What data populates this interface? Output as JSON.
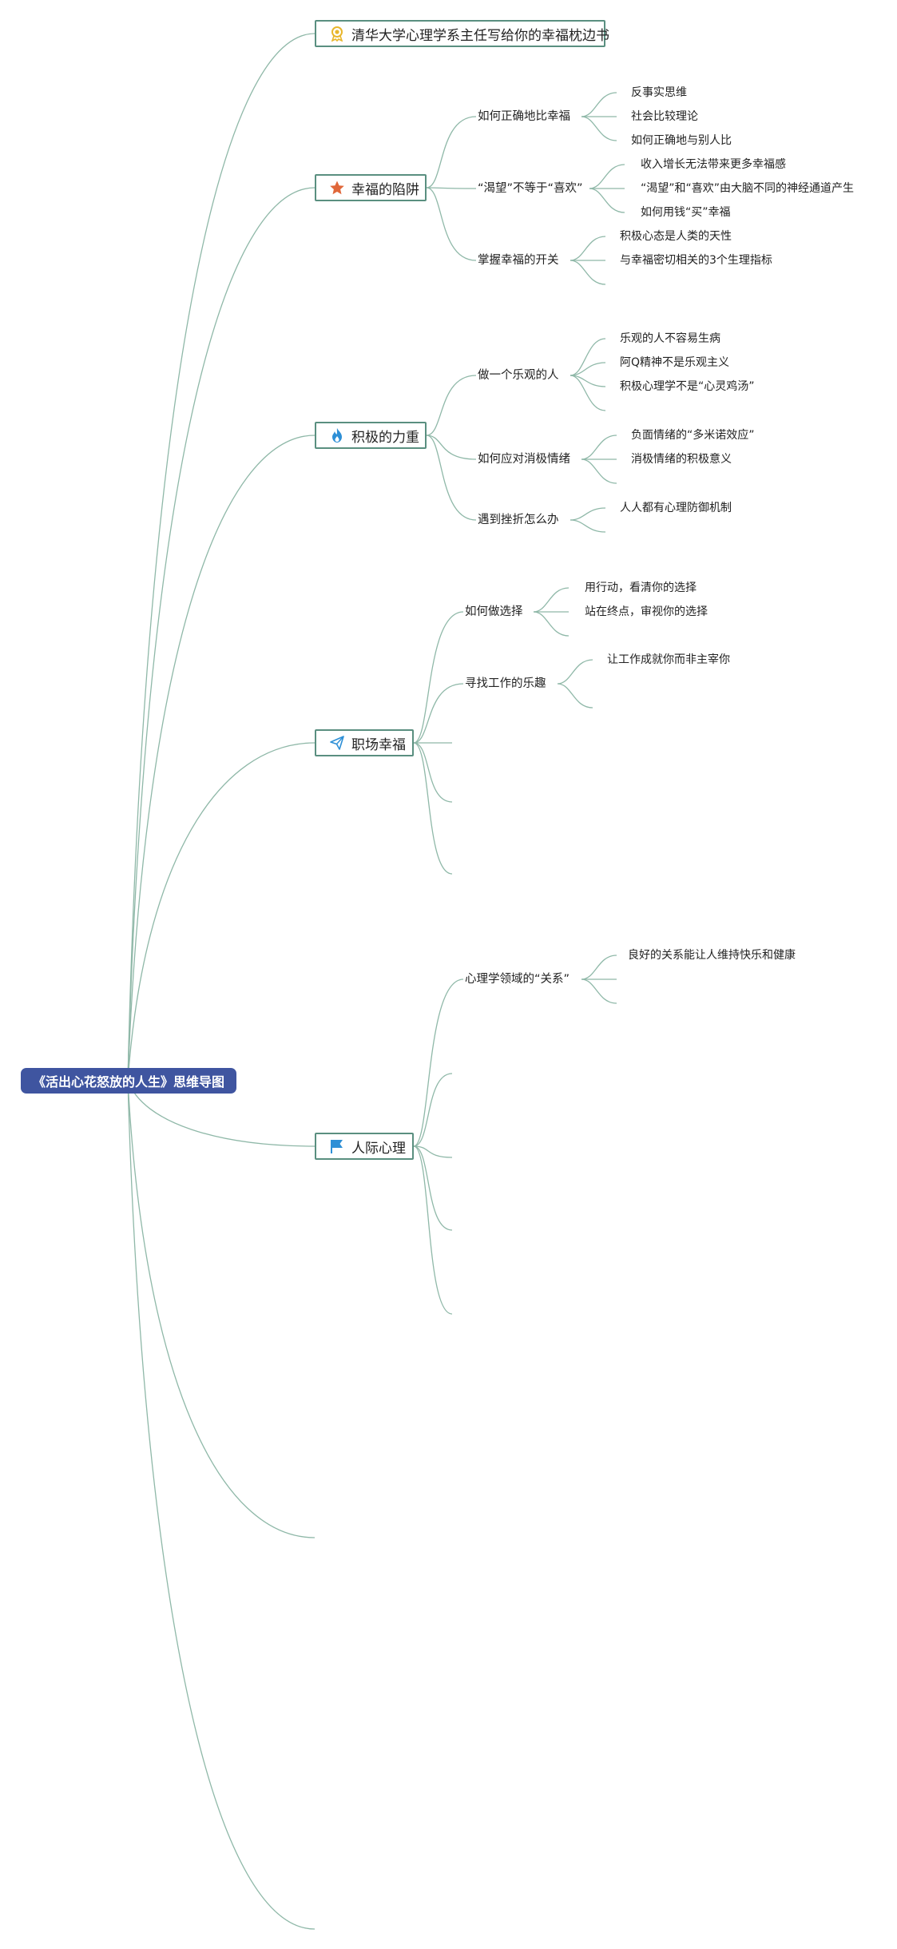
{
  "root": {
    "label": "《活出心花怒放的人生》思维导图"
  },
  "branches": [
    {
      "label": "清华大学心理学系主任写给你的幸福枕边书",
      "icon": "award-ribbon-icon"
    },
    {
      "label": "幸福的陷阱",
      "icon": "star-icon",
      "subs": [
        {
          "label": "如何正确地比幸福",
          "leaves": [
            "反事实思维",
            "社会比较理论",
            "如何正确地与别人比"
          ]
        },
        {
          "label": "“渴望”不等于“喜欢”",
          "leaves": [
            "收入增长无法带来更多幸福感",
            "“渴望”和“喜欢”由大脑不同的神经通道产生",
            "如何用钱“买”幸福"
          ]
        },
        {
          "label": "掌握幸福的开关",
          "leaves": [
            "积极心态是人类的天性",
            "与幸福密切相关的3个生理指标"
          ]
        }
      ]
    },
    {
      "label": "积极的力重",
      "icon": "flame-icon",
      "subs": [
        {
          "label": "做一个乐观的人",
          "leaves": [
            "乐观的人不容易生病",
            "阿Q精神不是乐观主义",
            "积极心理学不是“心灵鸡汤”"
          ]
        },
        {
          "label": "如何应对消极情绪",
          "leaves": [
            "负面情绪的“多米诺效应”",
            "消极情绪的积极意义"
          ]
        },
        {
          "label": "遇到挫折怎么办",
          "leaves": [
            "人人都有心理防御机制"
          ]
        }
      ]
    },
    {
      "label": "职场幸福",
      "icon": "paper-plane-icon",
      "subs": [
        {
          "label": "如何做选择",
          "leaves": [
            "用行动，看清你的选择",
            "站在终点，审视你的选择"
          ]
        },
        {
          "label": "寻找工作的乐趣",
          "leaves": [
            "让工作成就你而非主宰你"
          ]
        }
      ]
    },
    {
      "label": "人际心理",
      "icon": "flag-icon",
      "subs": [
        {
          "label": "心理学领域的“关系”",
          "leaves": [
            "良好的关系能让人维持快乐和健康"
          ]
        }
      ]
    }
  ],
  "colors": {
    "root_bg": "#3f55a0",
    "border": "#5a8f80",
    "line": "#8fb8a8"
  }
}
